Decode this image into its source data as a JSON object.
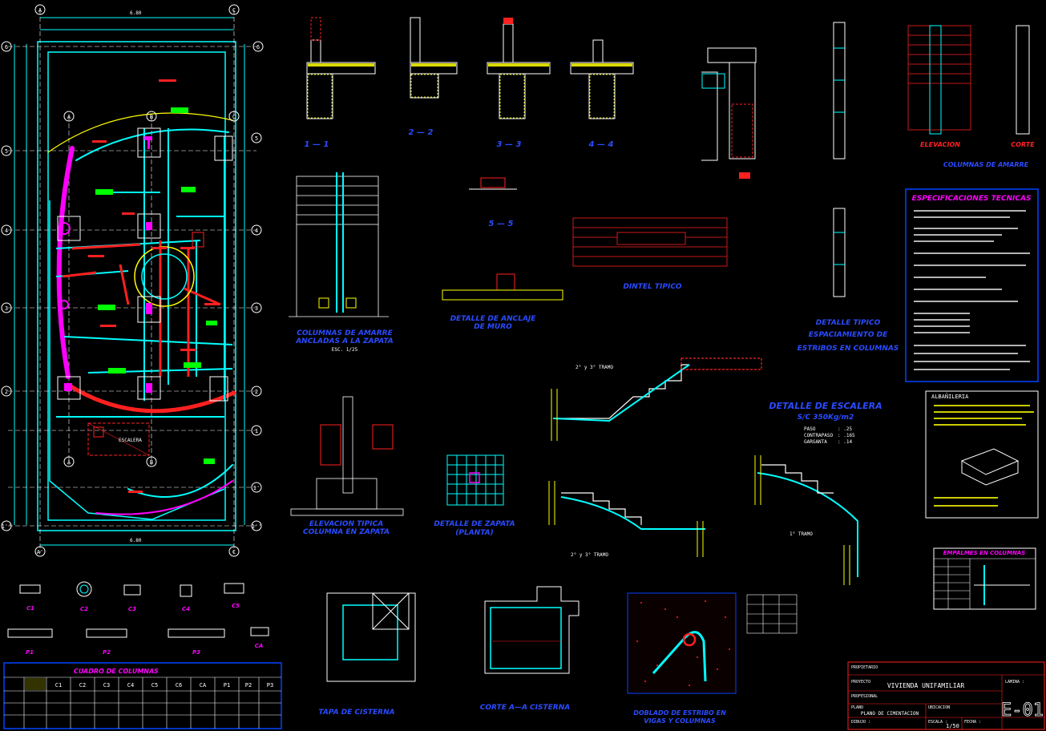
{
  "plan": {
    "grid_top": "C",
    "grid_bottom": "A'",
    "grid_bottom_right": "C",
    "rows": [
      "6",
      "5",
      "4",
      "3",
      "2",
      "1",
      "1'",
      "1''"
    ],
    "inner_axes": [
      "A",
      "B",
      "C"
    ],
    "room_label": "ESCALERA",
    "dim_top_total": "6.80",
    "dim_bottom_total": "6.80"
  },
  "sections": {
    "s11": "1 — 1",
    "s22": "2 — 2",
    "s33": "3 — 3",
    "s44": "4 — 4",
    "s55": "5 — 5"
  },
  "details": {
    "columnas_amarre": [
      "COLUMNAS DE AMARRE",
      "ANCLADAS A LA ZAPATA"
    ],
    "columnas_amarre_scale": "ESC. 1/25",
    "anclaje": [
      "DETALLE DE ANCLAJE",
      "DE MURO"
    ],
    "dintel": "DINTEL TIPICO",
    "estribos": [
      "DETALLE TIPICO",
      "ESPACIAMIENTO DE",
      "ESTRIBOS EN COLUMNAS"
    ],
    "muro_elevacion": "ELEVACION",
    "muro_corte": "CORTE",
    "columnas_amarre_sub": "COLUMNAS DE AMARRE",
    "elevacion_tipica": [
      "ELEVACION TIPICA",
      "COLUMNA EN ZAPATA"
    ],
    "zapata_planta": [
      "DETALLE DE ZAPATA",
      "(PLANTA)"
    ],
    "tapa_cisterna": "TAPA DE CISTERNA",
    "corte_cisterna": "CORTE A—A CISTERNA",
    "doblado": [
      "DOBLADO DE ESTRIBO EN",
      "VIGAS Y COLUMNAS"
    ],
    "tramo_23": "2° y 3° TRAMO",
    "tramo_23b": "2° y 3° TRAMO",
    "tramo_1": "1° TRAMO"
  },
  "stair": {
    "title": "DETALLE DE ESCALERA",
    "load": "S/C 350Kg/m2",
    "rows": [
      {
        "k": "PASO",
        "v": ": .25"
      },
      {
        "k": "CONTRAPASO",
        "v": ": .165"
      },
      {
        "k": "GARGANTA",
        "v": ": .14"
      }
    ]
  },
  "specs": {
    "title": "ESPECIFICACIONES TECNICAS"
  },
  "albanileria": {
    "title": "ALBAÑILERIA"
  },
  "empalmes": {
    "title": "EMPALMES EN COLUMNAS"
  },
  "col_sections": [
    "C1",
    "C2",
    "C3",
    "C4",
    "C5",
    "CA",
    "P1",
    "P2",
    "P3"
  ],
  "col_table": {
    "title": "CUADRO DE COLUMNAS",
    "headers": [
      "C1",
      "C2",
      "C3",
      "C4",
      "C5",
      "C6",
      "CA",
      "P1",
      "P2",
      "P3"
    ]
  },
  "title_block": {
    "propietario": "PROPIETARIO",
    "proyecto_label": "PROYECTO",
    "proyecto": "VIVIENDA UNIFAMILIAR",
    "profesional": "PROFESIONAL",
    "plano_label": "PLANO",
    "plano": "PLANO DE CIMENTACION",
    "ubicacion": "UBICACION",
    "dibujo": "DIBUJO :",
    "escala_label": "ESCALA :",
    "escala": "1/50",
    "fecha": "FECHA :",
    "lamina": "LAMINA :",
    "sheet": "E-01"
  }
}
